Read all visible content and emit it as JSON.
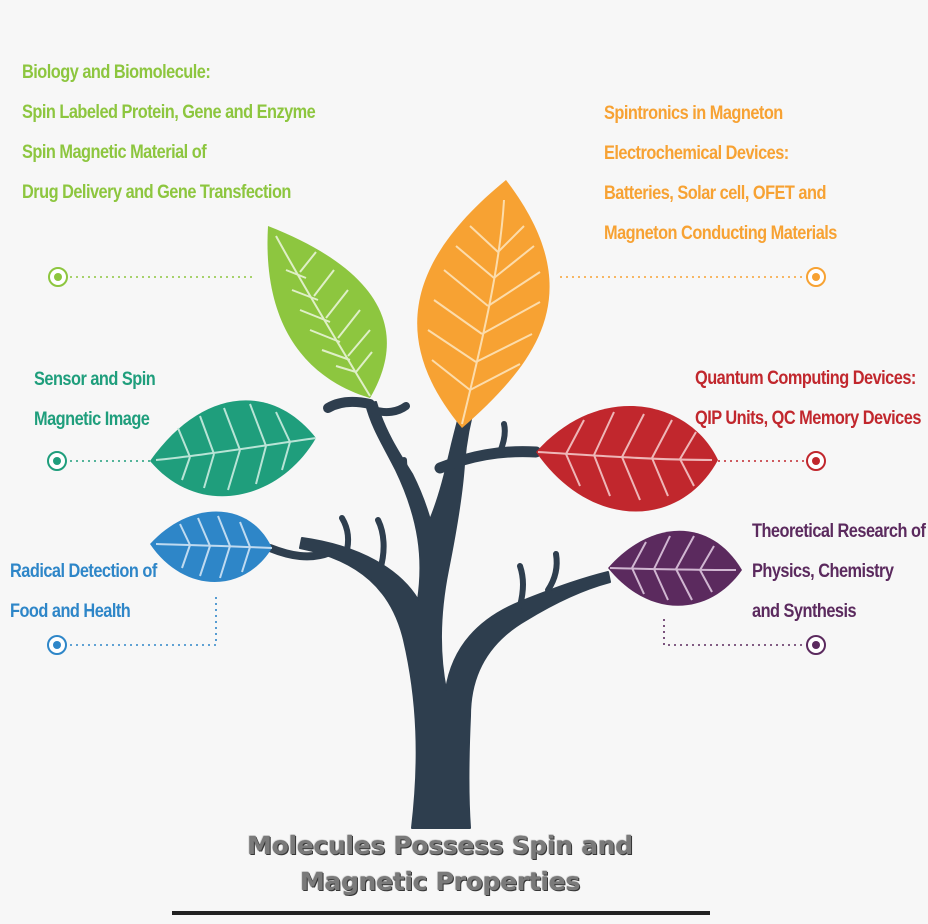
{
  "title": {
    "line1": "Molecules Possess Spin and",
    "line2": "Magnetic Properties"
  },
  "branches": {
    "biology": {
      "color": "#8dc63f",
      "lines": [
        "Biology and Biomolecule:",
        "Spin Labeled Protein, Gene and Enzyme",
        "Spin Magnetic Material of",
        "Drug Delivery and Gene Transfection"
      ]
    },
    "spintronics": {
      "color": "#f7a233",
      "lines": [
        "Spintronics in Magneton",
        "Electrochemical Devices:",
        "Batteries, Solar cell, OFET and",
        "Magneton Conducting Materials"
      ]
    },
    "sensor": {
      "color": "#1f9e7c",
      "lines": [
        "Sensor and Spin",
        "Magnetic Image"
      ]
    },
    "quantum": {
      "color": "#c1272d",
      "lines": [
        "Quantum Computing Devices:",
        "QIP Units, QC Memory Devices"
      ]
    },
    "radical": {
      "color": "#2e86c8",
      "lines": [
        "Radical Detection of",
        "Food and Health"
      ]
    },
    "theory": {
      "color": "#5b2a5e",
      "lines": [
        "Theoretical Research of",
        "Physics, Chemistry",
        "and Synthesis"
      ]
    }
  },
  "trunk_color": "#2e3e4e"
}
